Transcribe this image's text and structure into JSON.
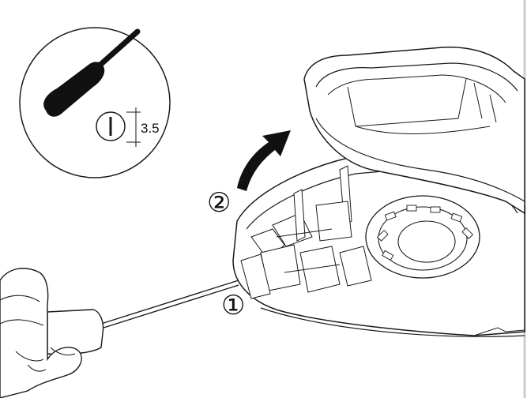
{
  "diagram": {
    "tool_dimension_label": "3.5",
    "tool_profile_symbol": "I",
    "step_1_label": "①",
    "step_2_label": "②"
  },
  "colors": {
    "line": "#1a1a1a",
    "fill": "#ffffff",
    "tool_fill": "#111111",
    "accent": "#333333"
  }
}
